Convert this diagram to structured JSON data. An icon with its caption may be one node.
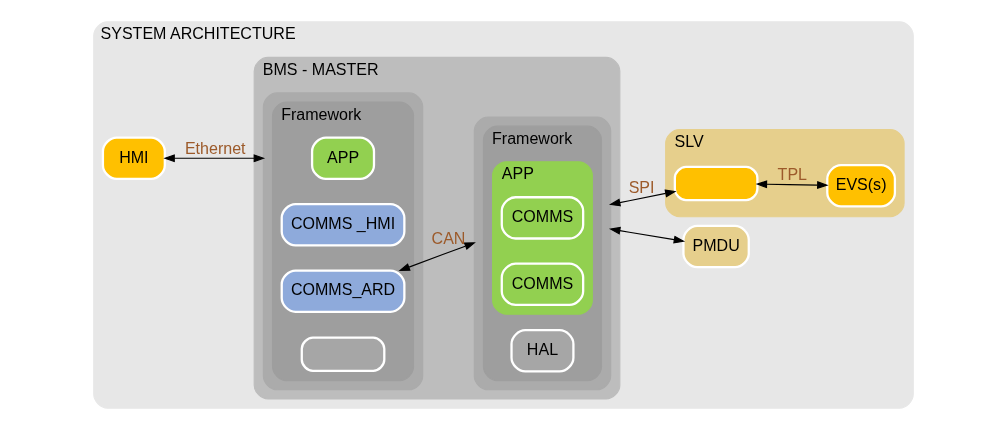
{
  "diagram": {
    "nodes": [
      {
        "text": [
          "SYSTEM ARCHITECTURE"
        ]
      },
      {
        "text": [
          "BMS - MASTER"
        ],
        "in": 0
      },
      {
        "text": [],
        "shape": "box",
        "in": 1
      },
      {
        "text": [
          "Framework"
        ],
        "in": 2
      },
      {
        "text": [
          "APP"
        ],
        "in": 3
      },
      {
        "text": [
          "COMMS _HMI"
        ],
        "in": 3
      },
      {
        "text": [
          "COMMS_ARD"
        ],
        "in": 3
      },
      {
        "text": [],
        "shape": "box",
        "in": 3
      },
      {
        "text": [],
        "shape": "box",
        "in": 1
      },
      {
        "text": [
          "Framework"
        ],
        "in": 8
      },
      {
        "text": [
          "APP"
        ],
        "in": 9
      },
      {
        "text": [
          "COMMS"
        ],
        "in": 10
      },
      {
        "text": [
          "COMMS"
        ],
        "in": 10
      },
      {
        "text": [
          "HAL"
        ],
        "in": 9
      },
      {
        "text": [
          "HMI"
        ],
        "in": 0
      },
      {
        "text": [
          "PMDU"
        ],
        "in": 0
      },
      {
        "text": [
          "SLV"
        ],
        "in": 0
      },
      {
        "text": [],
        "shape": "box",
        "in": 16
      },
      {
        "text": [
          "EVS(s)"
        ],
        "in": 16
      }
    ],
    "edges": [
      {
        "from": 14,
        "to": 2,
        "arrow": "both",
        "label": "Ethernet"
      },
      {
        "from": 6,
        "to": 8,
        "arrow": "both",
        "label": "CAN"
      },
      {
        "from": 8,
        "to": 15,
        "arrow": "both"
      },
      {
        "from": 8,
        "to": 17,
        "arrow": "both",
        "label": "SPI"
      },
      {
        "from": 17,
        "to": 18,
        "arrow": "both",
        "label": "TPL"
      }
    ]
  }
}
